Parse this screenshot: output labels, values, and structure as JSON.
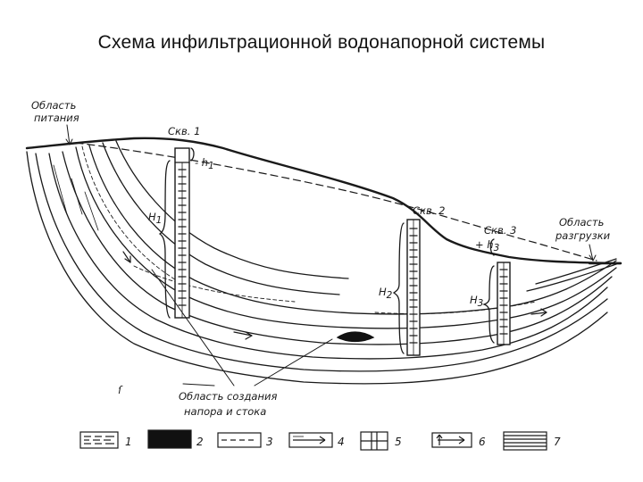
{
  "title": "Схема инфильтрационной водонапорной системы",
  "labels": {
    "recharge_area": [
      "Область",
      "питания"
    ],
    "discharge_area": [
      "Область",
      "разгрузки"
    ],
    "pressure_area": [
      "Область создания",
      "напора и стока"
    ],
    "well_1": "Скв. 1",
    "well_2": "Скв. 2",
    "well_3": "Скв. 3",
    "h1": "- h",
    "h1_sub": "1",
    "h3": "+ h",
    "h3_sub": "3",
    "H1": "H",
    "H1_sub": "1",
    "H2": "H",
    "H2_sub": "2",
    "H3": "H",
    "H3_sub": "3",
    "stray_mark": "ſ"
  },
  "legend": [
    "1",
    "2",
    "3",
    "4",
    "5",
    "6",
    "7"
  ],
  "icons": [
    "dashed-layer-swatch",
    "black-fill-swatch",
    "dash-line-swatch",
    "flow-arrow-swatch",
    "well-casing-swatch",
    "double-arrow-swatch",
    "hatched-layer-swatch"
  ]
}
